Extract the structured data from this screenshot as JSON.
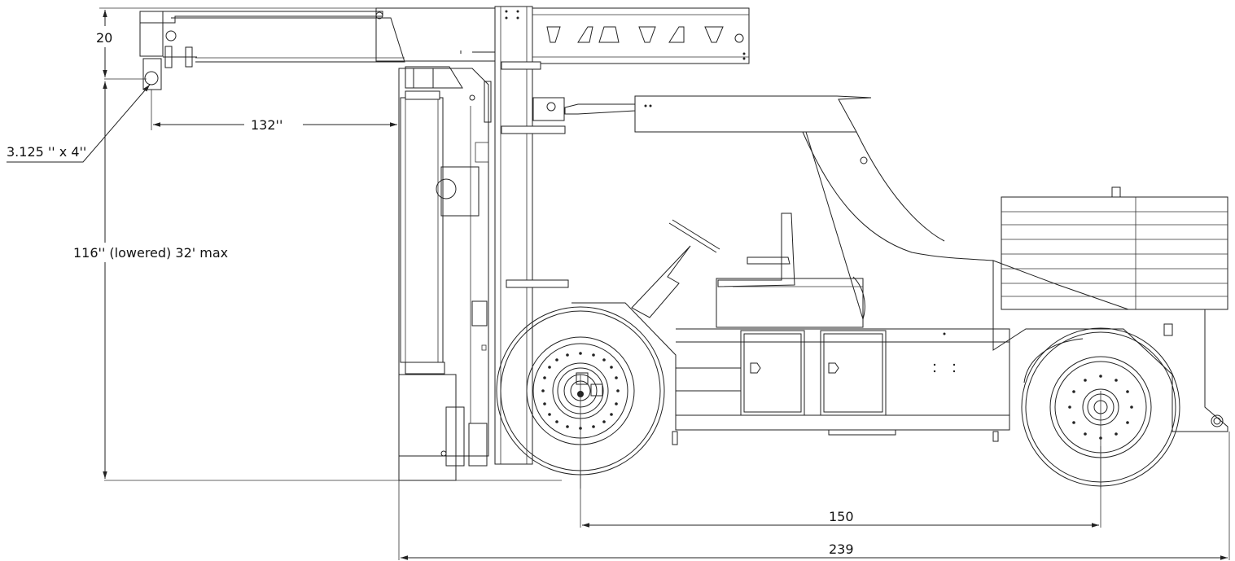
{
  "dimensions": {
    "boom_head_height": "20",
    "boom_reach": "132''",
    "pin_size": "3.125 '' x 4''",
    "mast_height": "116'' (lowered) 32' max",
    "wheelbase": "150",
    "overall_length": "239"
  }
}
